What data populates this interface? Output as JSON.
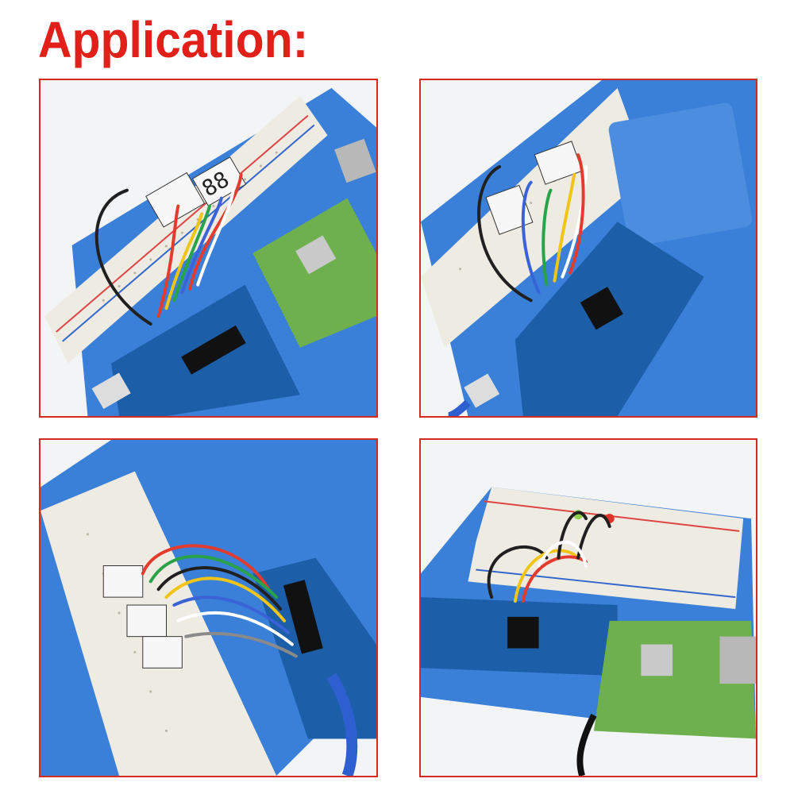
{
  "heading": {
    "text": "Application:",
    "color": "#e02019"
  },
  "panels": [
    {
      "board": "uno",
      "display": "7-segment",
      "extra": "raspberry-pi"
    },
    {
      "board": "mega",
      "display": "7-segment"
    },
    {
      "board": "uno",
      "display": "7-segment"
    },
    {
      "board": "mega",
      "display": "led",
      "extra": "raspberry-pi"
    }
  ],
  "colors": {
    "frame": "#d42a20",
    "base_plate": "#3a7fd8",
    "breadboard": "#eeebe2",
    "arduino": "#1d5ea8",
    "raspberry_pi": "#6fb04e",
    "wires": [
      "#202020",
      "#e33b2e",
      "#f0c419",
      "#2aa24a",
      "#3a63d8",
      "#ffffff",
      "#8a8a8a"
    ]
  }
}
